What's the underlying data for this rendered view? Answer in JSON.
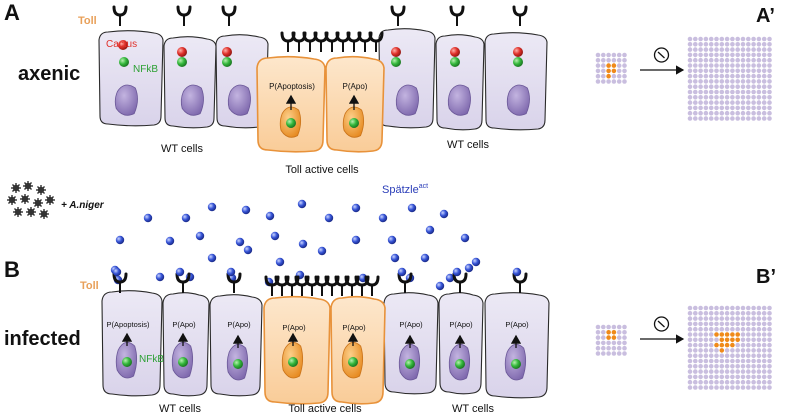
{
  "panels": {
    "A": {
      "letter": "A",
      "condition": "axenic",
      "toll_label": "Toll",
      "cactus_label": "Cactus",
      "nfkb_label": "NFkB",
      "apoptosis_long": "P(Apoptosis)",
      "apoptosis_short": "P(Apo)",
      "wt_left": "WT cells",
      "wt_right": "WT cells",
      "toll_active": "Toll active cells"
    },
    "B": {
      "letter": "B",
      "condition": "infected",
      "toll_label": "Toll",
      "nfkb_label": "NFkB",
      "apoptosis_long": "P(Apoptosis)",
      "apoptosis_short": "P(Apo)",
      "wt_left": "WT cells",
      "wt_right": "WT cells",
      "toll_active": "Toll active cells"
    },
    "A_prime": {
      "letter": "A’"
    },
    "B_prime": {
      "letter": "B’"
    }
  },
  "infection": {
    "pathogen_label": "+ A.niger",
    "ligand_label": "Spätzle",
    "ligand_superscript": "act"
  },
  "colors": {
    "wt_cell": "#e4e0ef",
    "active_cell": "#fbd9b0",
    "active_stroke": "#e8923a",
    "nucleus_wt": "#9a86c2",
    "nucleus_active": "#f2a33c",
    "nfkb_green": "#34b83c",
    "cactus_red": "#e0302a",
    "spatzle_blue": "#3553d6",
    "grid_dot": "#c9bedf",
    "grid_active": "#ef8a1a",
    "toll_label": "#e8a05a"
  }
}
